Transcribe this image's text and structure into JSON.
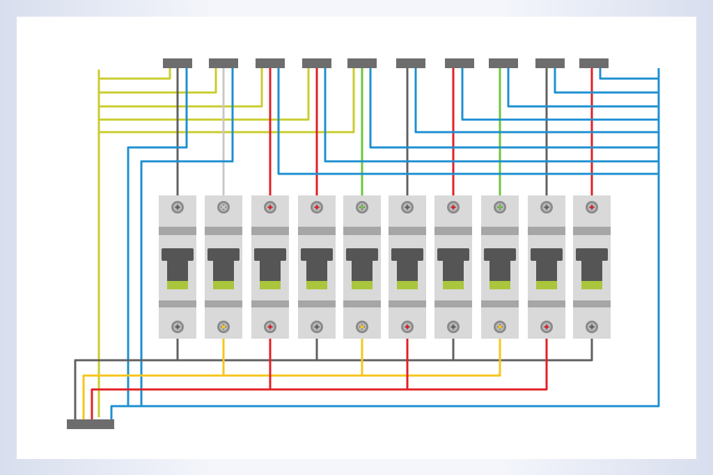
{
  "colors": {
    "yellow_green": "#c9cc2c",
    "blue": "#1d8fd0",
    "gray": "#606060",
    "light_gray": "#c8c8c8",
    "red": "#e21f26",
    "green": "#6cc53b",
    "yellow": "#f7c51a",
    "breaker_body": "#d9d9d9",
    "breaker_band": "#a6a6a6",
    "breaker_handle": "#555555",
    "breaker_indicator": "#a9c63c",
    "terminal_bar": "#6d6d6d"
  },
  "top_terminals": [
    {
      "id": 1,
      "supply_wire": "gray",
      "blue_return": true
    },
    {
      "id": 2,
      "supply_wire": "light_gray",
      "blue_return": true
    },
    {
      "id": 3,
      "supply_wire": "red",
      "blue_return": true
    },
    {
      "id": 4,
      "supply_wire": "red",
      "blue_return": true
    },
    {
      "id": 5,
      "supply_wire": "green",
      "blue_return": true
    },
    {
      "id": 6,
      "supply_wire": "gray",
      "blue_return": true
    },
    {
      "id": 7,
      "supply_wire": "red",
      "blue_return": true
    },
    {
      "id": 8,
      "supply_wire": "green",
      "blue_return": true
    },
    {
      "id": 9,
      "supply_wire": "gray",
      "blue_return": true
    },
    {
      "id": 10,
      "supply_wire": "red",
      "blue_return": true
    }
  ],
  "breakers": [
    {
      "id": 1,
      "bottom_wire": "gray"
    },
    {
      "id": 2,
      "bottom_wire": "yellow"
    },
    {
      "id": 3,
      "bottom_wire": "red"
    },
    {
      "id": 4,
      "bottom_wire": "gray"
    },
    {
      "id": 5,
      "bottom_wire": "yellow"
    },
    {
      "id": 6,
      "bottom_wire": "red"
    },
    {
      "id": 7,
      "bottom_wire": "gray"
    },
    {
      "id": 8,
      "bottom_wire": "yellow"
    },
    {
      "id": 9,
      "bottom_wire": "red"
    },
    {
      "id": 10,
      "bottom_wire": "gray"
    }
  ]
}
